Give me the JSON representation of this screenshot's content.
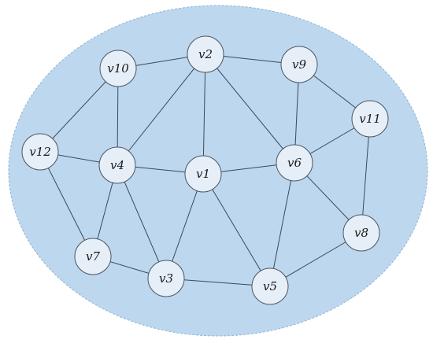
{
  "graph": {
    "colors": {
      "region_fill": "#bdd7ee",
      "node_fill": "#e6eef8",
      "edge": "#3a4a5a"
    },
    "nodes": [
      {
        "id": "v1",
        "label": "v1"
      },
      {
        "id": "v2",
        "label": "v2"
      },
      {
        "id": "v3",
        "label": "v3"
      },
      {
        "id": "v4",
        "label": "v4"
      },
      {
        "id": "v5",
        "label": "v5"
      },
      {
        "id": "v6",
        "label": "v6"
      },
      {
        "id": "v7",
        "label": "v7"
      },
      {
        "id": "v8",
        "label": "v8"
      },
      {
        "id": "v9",
        "label": "v9"
      },
      {
        "id": "v10",
        "label": "v10"
      },
      {
        "id": "v11",
        "label": "v11"
      },
      {
        "id": "v12",
        "label": "v12"
      }
    ],
    "edges": [
      [
        "v10",
        "v2"
      ],
      [
        "v2",
        "v9"
      ],
      [
        "v9",
        "v11"
      ],
      [
        "v10",
        "v12"
      ],
      [
        "v10",
        "v4"
      ],
      [
        "v2",
        "v4"
      ],
      [
        "v2",
        "v1"
      ],
      [
        "v2",
        "v6"
      ],
      [
        "v9",
        "v6"
      ],
      [
        "v11",
        "v6"
      ],
      [
        "v11",
        "v8"
      ],
      [
        "v12",
        "v4"
      ],
      [
        "v12",
        "v7"
      ],
      [
        "v4",
        "v1"
      ],
      [
        "v1",
        "v6"
      ],
      [
        "v4",
        "v7"
      ],
      [
        "v4",
        "v3"
      ],
      [
        "v1",
        "v3"
      ],
      [
        "v1",
        "v5"
      ],
      [
        "v6",
        "v5"
      ],
      [
        "v6",
        "v8"
      ],
      [
        "v7",
        "v3"
      ],
      [
        "v3",
        "v5"
      ],
      [
        "v5",
        "v8"
      ]
    ]
  }
}
